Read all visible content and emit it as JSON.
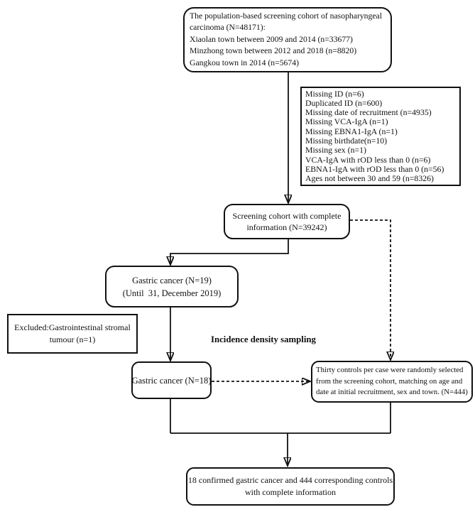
{
  "figure": {
    "background": "#ffffff",
    "ink": "#111111",
    "sampling_label": "Incidence density sampling"
  },
  "boxes": {
    "cohort": {
      "shape": "rounded",
      "lines": [
        "The population-based screening cohort of nasopharyngeal",
        "carcinoma (N=48171):",
        "Xiaolan town between 2009 and 2014 (n=33677)",
        "Minzhong town between 2012 and 2018 (n=8820)",
        "Gangkou town in 2014 (n=5674)"
      ]
    },
    "exclusions": {
      "shape": "rect",
      "lines": [
        "Missing ID (n=6)",
        "Duplicated ID (n=600)",
        "Missing date of recruitment (n=4935)",
        "Missing VCA-IgA (n=1)",
        "Missing EBNA1-IgA (n=1)",
        "Missing birthdate(n=10)",
        "Missing sex (n=1)",
        "VCA-IgA with rOD less than 0 (n=6)",
        "EBNA1-IgA with rOD less than 0 (n=56)",
        "Ages not between 30 and 59 (n=8326)"
      ]
    },
    "screening": {
      "shape": "rounded",
      "lines": [
        "Screening cohort with complete",
        "information (N=39242)"
      ]
    },
    "gastric_19": {
      "shape": "rounded",
      "lines": [
        "Gastric cancer (N=19)",
        "(Until  31, December 2019)"
      ]
    },
    "excluded_gist": {
      "shape": "rect",
      "lines": [
        "Excluded:Gastrointestinal stromal",
        "tumour (n=1)"
      ]
    },
    "gastric_18": {
      "shape": "rounded",
      "lines": [
        "Gastric cancer (N=18)"
      ]
    },
    "controls": {
      "shape": "rounded",
      "lines": [
        "Thirty controls per case were randomly selected",
        "from the screening cohort, matching on age and",
        "date at initial recruitment, sex and town. (N=444)"
      ]
    },
    "final": {
      "shape": "rounded",
      "lines": [
        "18 confirmed gastric cancer and 444 corresponding controls",
        "with complete information"
      ]
    }
  }
}
